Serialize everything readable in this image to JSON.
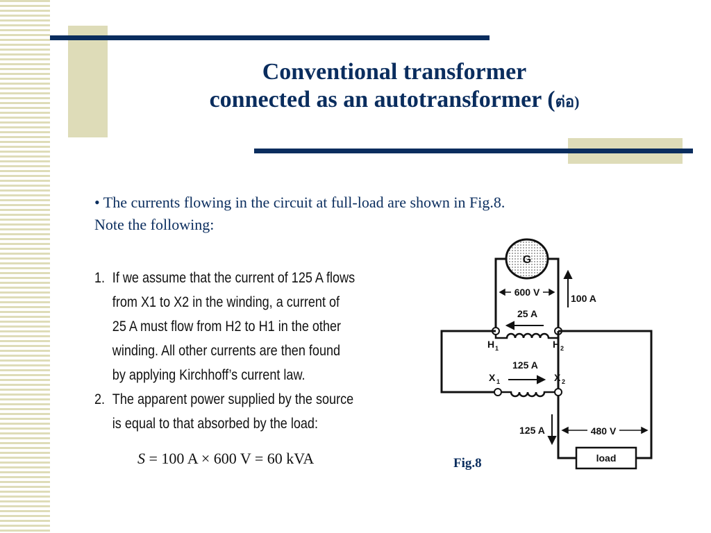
{
  "slide": {
    "title_line1": "Conventional transformer",
    "title_line2": "connected as an autotransformer (",
    "title_thai": "ต่อ",
    "title_close": ")",
    "intro_line1": "• The currents flowing in the circuit at full-load are shown in Fig.8.",
    "intro_line2": "Note the following:",
    "list": [
      {
        "num": "1.",
        "lines": [
          "If we assume that the current of 125 A flows",
          "from X1 to X2 in the winding, a current of",
          "25 A must flow from H2 to H1 in the other",
          "winding. All other currents are then found",
          "by applying Kirchhoff’s current law."
        ]
      },
      {
        "num": "2.",
        "lines": [
          "The apparent power supplied by the source",
          "is equal to that absorbed by the load:"
        ]
      }
    ],
    "formula_s": "S",
    "formula_rest": " = 100 A × 600 V = 60 kVA",
    "fig_label": "Fig.8"
  },
  "circuit": {
    "generator": "G",
    "v_source": "600 V",
    "i_source": "100 A",
    "i_h_winding": "25 A",
    "i_x_winding": "125 A",
    "i_load": "125 A",
    "v_load": "480 V",
    "load": "load",
    "h1": "H",
    "h1_sub": "1",
    "h2": "H",
    "h2_sub": "2",
    "x1": "X",
    "x1_sub": "1",
    "x2": "X",
    "x2_sub": "2"
  }
}
